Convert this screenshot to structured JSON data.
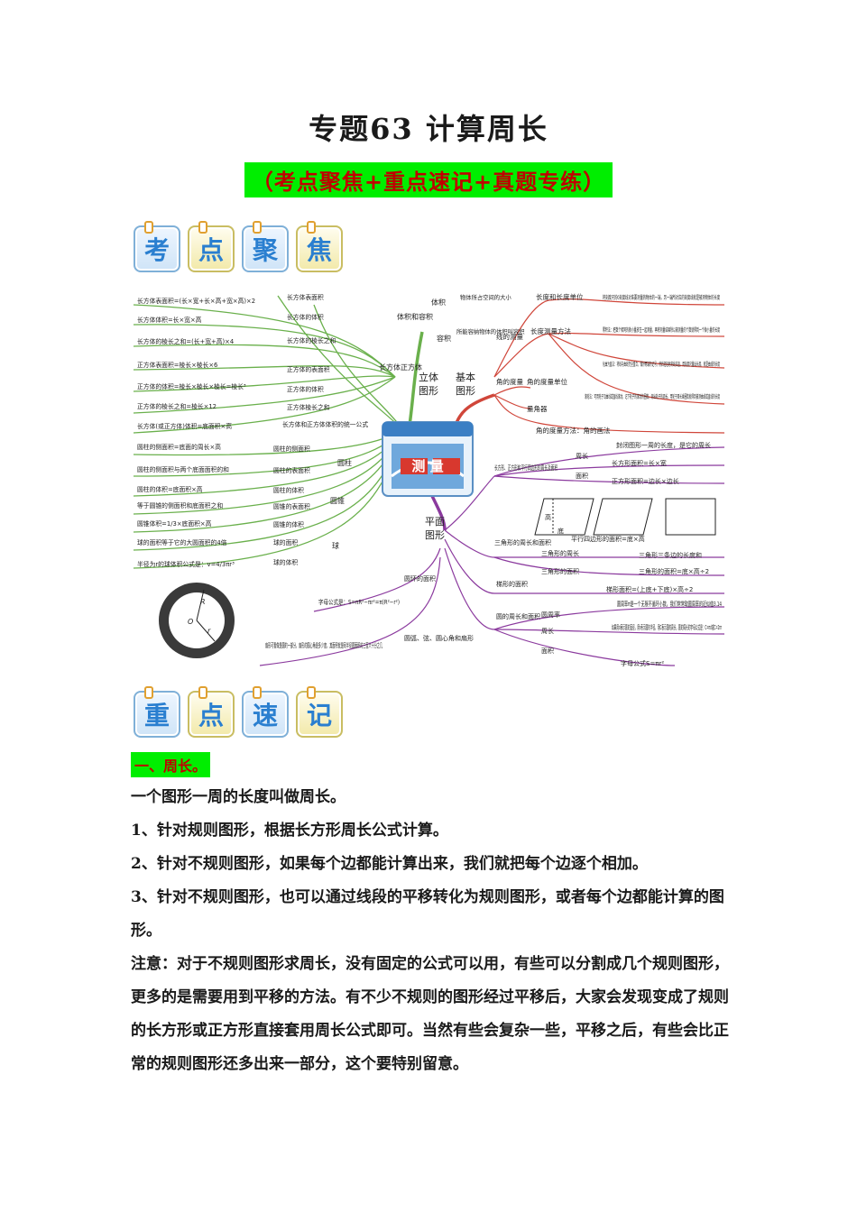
{
  "title": "专题63  计算周长",
  "subtitle": "（考点聚焦+重点速记+真题专练）",
  "badges_top": [
    "考",
    "点",
    "聚",
    "焦"
  ],
  "badges_mid": [
    "重",
    "点",
    "速",
    "记"
  ],
  "mindmap": {
    "center": "测  量",
    "branches": {
      "solid": "立体\n图形",
      "basic": "基本\n图形",
      "plane": "平面\n图形"
    },
    "left_nodes": [
      "长方体表面积=(长×宽+长×高+宽×高)×2",
      "长方体体积=长×宽×高",
      "长方体的棱长之和=(长+宽+高)×4",
      "正方体表面积=棱长×棱长×6",
      "正方体的体积=棱长×棱长×棱长=棱长³",
      "正方体的棱长之和=棱长×12",
      "长方体(或正方体)体积=底面积×高",
      "圆柱的侧面积=底面的周长×高",
      "圆柱的侧面积与两个底面面积的和",
      "圆柱的体积=底面积×高",
      "等于圆锥的侧面积和底面积之和",
      "圆锥体积=1/3×底面积×高",
      "球的面积等于它的大圆面积的4倍",
      "半径为r的球体积公式是：v=4/3πr³"
    ],
    "left_labels": [
      "长方体表面积",
      "长方体的体积",
      "长方体的棱长之和",
      "正方体的表面积",
      "正方体的体积",
      "正方体棱长之和",
      "长方体和正方体体积的统一公式",
      "圆柱的侧面积",
      "圆柱的表面积",
      "圆柱的体积",
      "圆锥的表面积",
      "圆锥的体积",
      "球的面积",
      "球的体积"
    ],
    "groups": [
      "长方体正方体",
      "圆柱",
      "圆锥",
      "球",
      "体积和容积",
      "体积",
      "容积"
    ],
    "volume_desc": [
      "物体所占空间的大小",
      "所能容纳物体的体积叫容积"
    ],
    "right_top": [
      "线的测量",
      "长度和长度单位",
      "长度测量方法",
      "角的度量",
      "角的度量单位",
      "量角器",
      "角的度量方法：角的画法"
    ],
    "right_top_desc": [
      "将刻度尺的0刻度线对准要测量的物体的一端，另一端所对应的刻度线就是被测物体的长度",
      "累积法：把数个相同的微小量放在一起测量，再将测量结果除以被测量的个数就得到一个微小量的长度",
      "化曲为直法：将线与曲线完全重合，做好两端的记号，然后轻轻地将线拉直，用刻度尺量出长度，就是曲线的长度",
      "滚轮法：可用轮子沿曲线或直线滚动，记下轮子的滚动的圈数，测出轮子的周长，用轮子周长乘圈数就得到被测曲线或直线的长度"
    ],
    "right_bottom": [
      "长方形、正方形和平行四边形的周长及面积",
      "周长",
      "封闭图形一周的长度，是它的周长",
      "面积",
      "长方形面积=长×宽",
      "正方形面积=边长×边长",
      "平行四边形的面积=底×高",
      "三角形的周长和面积",
      "三角形的周长",
      "三角形三条边的长度和",
      "三角形的面积",
      "三角形的面积=底×高÷2",
      "梯形的面积",
      "梯形面积=(上底+下底)×高÷2",
      "圆的周长和面积",
      "圆周率",
      "圆周率π是一个无限不循环小数，我们常常取圆周率的近似值3.14",
      "周长",
      "如果用d表示圆的直径，用r表示圆的半径，用C表示圆的周长，圆的周长的字母公式是：C=πd或C=2πr",
      "面积",
      "字母公式S=πr²",
      "圆环的面积",
      "字母公式是：S=πR²−πr²=π(R²−r²)",
      "圆弧、弦、圆心角和扇形",
      "扇形可看做是圆的一部分，扇形的圆心角是多少度，其面积就是同半径圆面积的三百六十分之几"
    ],
    "ring_labels": [
      "R",
      "O",
      "r"
    ],
    "parallelogram_labels": [
      "高",
      "底"
    ]
  },
  "section1": {
    "heading": "一、周长。",
    "paragraphs": [
      "一个图形一周的长度叫做周长。",
      "1、针对规则图形，根据长方形周长公式计算。",
      "2、针对不规则图形，如果每个边都能计算出来，我们就把每个边逐个相加。",
      "3、针对不规则图形，也可以通过线段的平移转化为规则图形，或者每个边都能计算的图形。",
      "注意：对于不规则图形求周长，没有固定的公式可以用，有些可以分割成几个规则图形，更多的是需要用到平移的方法。有不少不规则的图形经过平移后，大家会发现变成了规则的长方形或正方形直接套用周长公式即可。当然有些会复杂一些，平移之后，有些会比正常的规则图形还多出来一部分，这个要特别留意。"
    ]
  }
}
